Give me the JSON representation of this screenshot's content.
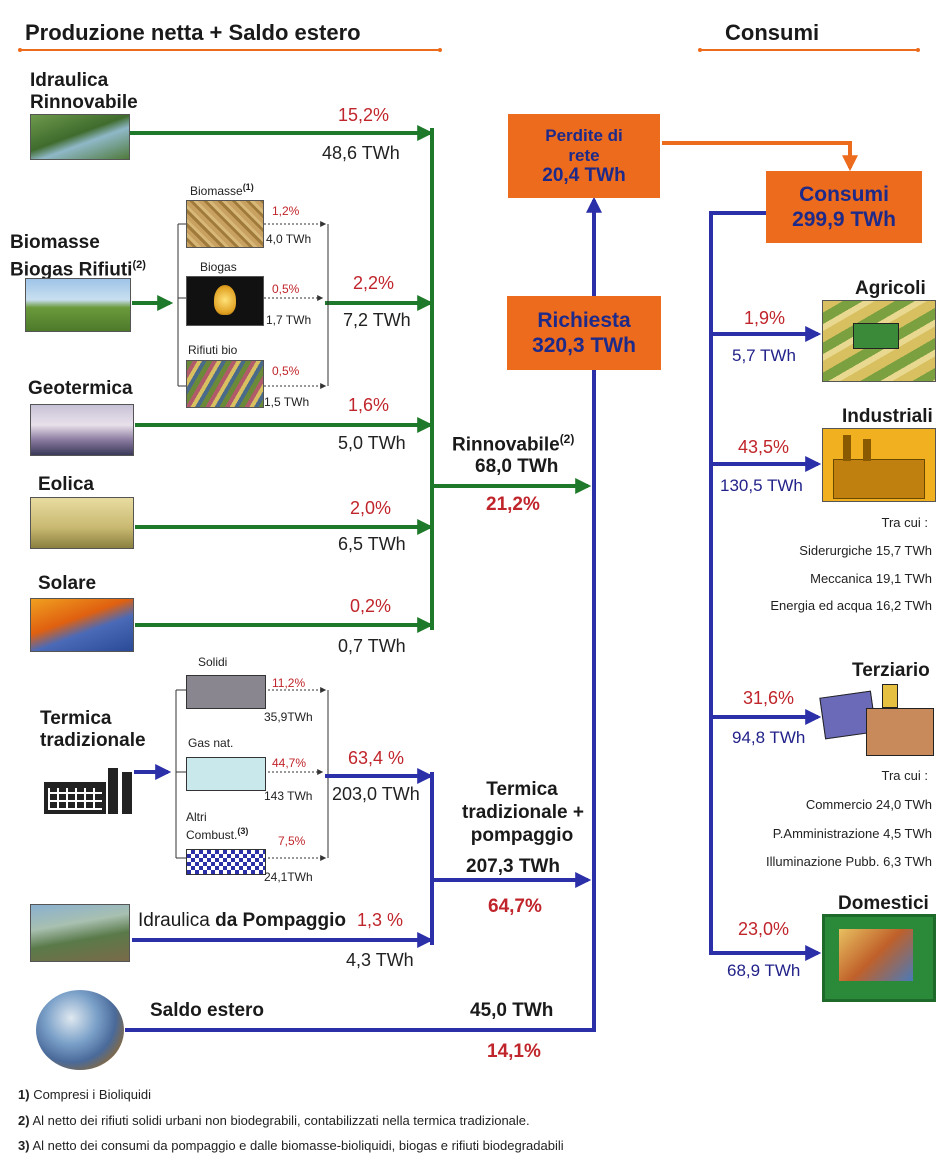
{
  "headers": {
    "production": "Produzione netta + Saldo estero",
    "consumption": "Consumi"
  },
  "sources": {
    "idraulica": {
      "label_line1": "Idraulica",
      "label_line2": "Rinnovabile",
      "pct": "15,2%",
      "twh": "48,6 TWh"
    },
    "biomasse": {
      "label_line1": "Biomasse",
      "label_line2": "Biogas Rifiuti",
      "note_ref": "(2)",
      "pct": "2,2%",
      "twh": "7,2 TWh"
    },
    "biomasse_sub": [
      {
        "label": "Biomasse",
        "note_ref": "(1)",
        "pct": "1,2%",
        "twh": "4,0 TWh"
      },
      {
        "label": "Biogas",
        "pct": "0,5%",
        "twh": "1,7 TWh"
      },
      {
        "label": "Rifiuti bio",
        "pct": "0,5%",
        "twh": "1,5 TWh"
      }
    ],
    "geotermica": {
      "label": "Geotermica",
      "pct": "1,6%",
      "twh": "5,0 TWh"
    },
    "eolica": {
      "label": "Eolica",
      "pct": "2,0%",
      "twh": "6,5 TWh"
    },
    "solare": {
      "label": "Solare",
      "pct": "0,2%",
      "twh": "0,7 TWh"
    },
    "termica": {
      "label_line1": "Termica",
      "label_line2": "tradizionale",
      "pct": "63,4 %",
      "twh": "203,0 TWh"
    },
    "termica_sub": [
      {
        "label": "Solidi",
        "pct": "11,2%",
        "twh": "35,9TWh"
      },
      {
        "label": "Gas nat.",
        "pct": "44,7%",
        "twh": "143 TWh"
      },
      {
        "label_line1": "Altri",
        "label_line2": "Combust.",
        "note_ref": "(3)",
        "pct": "7,5%",
        "twh": "24,1TWh"
      }
    ],
    "pompaggio": {
      "label_plain": "Idraulica",
      "label_bold": "da Pompaggio",
      "pct": "1,3 %",
      "twh": "4,3 TWh"
    },
    "saldo": {
      "label": "Saldo estero",
      "twh": "45,0 TWh",
      "pct": "14,1%"
    }
  },
  "totals": {
    "rinnovabile": {
      "label": "Rinnovabile",
      "note_ref": "(2)",
      "twh": "68,0 TWh",
      "pct": "21,2%"
    },
    "termica_pompaggio": {
      "line1": "Termica",
      "line2": "tradizionale +",
      "line3": "pompaggio",
      "twh": "207,3 TWh",
      "pct": "64,7%"
    },
    "perdite": {
      "line1": "Perdite di",
      "line2": "rete",
      "line3": "20,4 TWh"
    },
    "richiesta": {
      "line1": "Richiesta",
      "line2": "320,3 TWh"
    },
    "consumi": {
      "line1": "Consumi",
      "line2": "299,9 TWh"
    }
  },
  "consumers": {
    "agricoli": {
      "label": "Agricoli",
      "pct": "1,9%",
      "twh": "5,7 TWh"
    },
    "industriali": {
      "label": "Industriali",
      "pct": "43,5%",
      "twh": "130,5 TWh",
      "tra_cui": "Tra cui :",
      "items": [
        "Siderurgiche 15,7  TWh",
        "Meccanica 19,1  TWh",
        "Energia ed acqua 16,2  TWh"
      ]
    },
    "terziario": {
      "label": "Terziario",
      "pct": "31,6%",
      "twh": "94,8 TWh",
      "tra_cui": "Tra cui :",
      "items": [
        "Commercio 24,0 TWh",
        "P.Amministrazione  4,5 TWh",
        "Illuminazione  Pubb.  6,3 TWh"
      ]
    },
    "domestici": {
      "label": "Domestici",
      "pct": "23,0%",
      "twh": "68,9 TWh"
    }
  },
  "footnotes": [
    {
      "num": "1)",
      "text": "Compresi i Bioliquidi"
    },
    {
      "num": "2)",
      "text": "Al netto dei rifiuti solidi urbani  non  biodegrabili,  contabilizzati  nella  termica  tradizionale."
    },
    {
      "num": "3)",
      "text": "Al netto dei consumi  da  pompaggio  e  dalle  biomasse-bioliquidi,  biogas  e  rifiuti  biodegradabili"
    }
  ],
  "colors": {
    "green": "#1e7a2a",
    "blue": "#2b2fa8",
    "orange": "#ec6b1c",
    "red": "#c0252b"
  }
}
